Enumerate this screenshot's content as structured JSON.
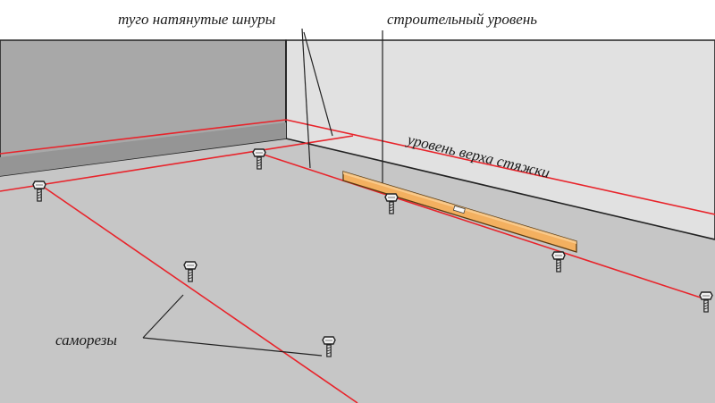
{
  "labels": {
    "cords": "туго натянутые шнуры",
    "level": "строительный уровень",
    "screed_top": "уровень верха стяжки",
    "screws": "саморезы"
  },
  "colors": {
    "floor": "#c6c6c6",
    "wall_left": "#a8a8a8",
    "wall_right": "#e1e1e1",
    "cord": "#e8242b",
    "level_bar": "#f3b060",
    "outline": "#222222"
  }
}
